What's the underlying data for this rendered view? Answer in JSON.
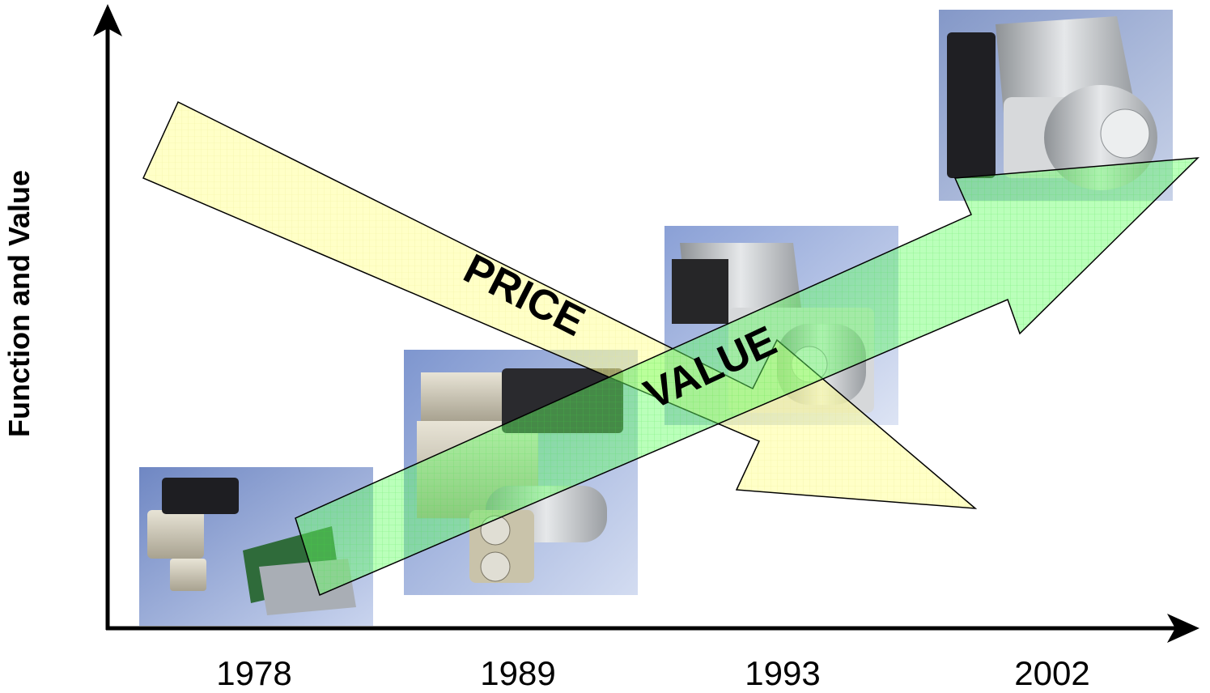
{
  "axes": {
    "y_label": "Function and Value",
    "x_ticks": [
      "1978",
      "1989",
      "1993",
      "2002"
    ]
  },
  "arrows": {
    "price": {
      "label": "PRICE",
      "color": "#ffff99",
      "direction": "down"
    },
    "value": {
      "label": "VALUE",
      "color": "#66ff66",
      "direction": "up"
    }
  },
  "products": [
    {
      "year": "1978",
      "name": "valve-block-with-circuit-board-photo",
      "bg": "#7f95c9"
    },
    {
      "year": "1989",
      "name": "hydraulic-unit-with-motor-photo",
      "bg": "#8ea2d4"
    },
    {
      "year": "1993",
      "name": "compact-abs-module-photo",
      "bg": "#9fb0dc"
    },
    {
      "year": "2002",
      "name": "integrated-abs-unit-photo",
      "bg": "#98a8d2"
    }
  ]
}
